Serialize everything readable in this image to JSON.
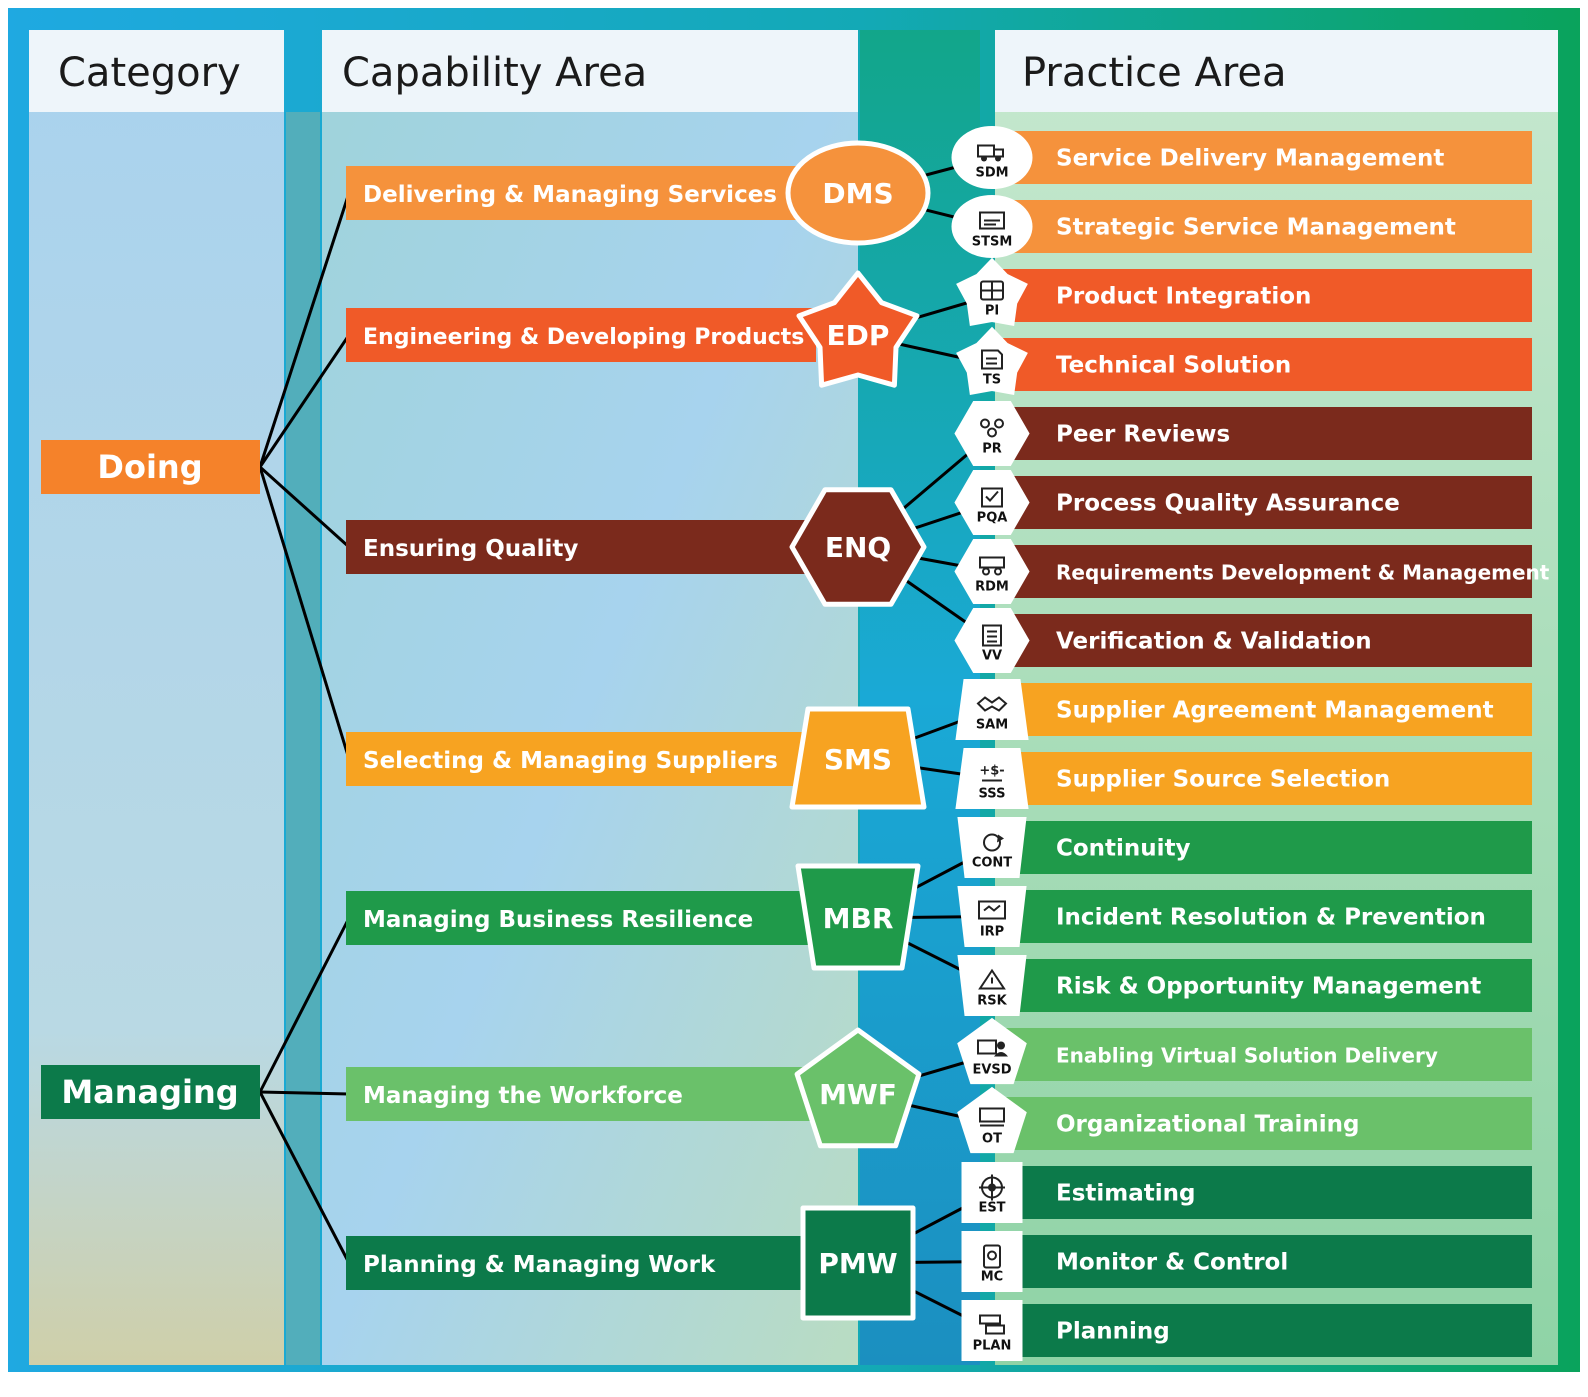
{
  "headers": {
    "category": "Category",
    "capability": "Capability Area",
    "practice": "Practice Area"
  },
  "categories": [
    {
      "label": "Doing",
      "color": "#f5822a"
    },
    {
      "label": "Managing",
      "color": "#0c7a4a"
    }
  ],
  "capabilities": [
    {
      "label": "Delivering & Managing Services",
      "abbr": "DMS",
      "shape": "ellipse",
      "color": "#f5923c",
      "category": 0
    },
    {
      "label": "Engineering & Developing Products",
      "abbr": "EDP",
      "shape": "star",
      "color": "#f05a28",
      "category": 0
    },
    {
      "label": "Ensuring Quality",
      "abbr": "ENQ",
      "shape": "hexagon",
      "color": "#7b2a1c",
      "category": 0
    },
    {
      "label": "Selecting & Managing Suppliers",
      "abbr": "SMS",
      "shape": "trapezoid-up",
      "color": "#f7a321",
      "category": 0
    },
    {
      "label": "Managing Business Resilience",
      "abbr": "MBR",
      "shape": "trapezoid-down",
      "color": "#1f9a4a",
      "category": 1
    },
    {
      "label": "Managing the Workforce",
      "abbr": "MWF",
      "shape": "pentagon",
      "color": "#6ac16a",
      "category": 1
    },
    {
      "label": "Planning & Managing Work",
      "abbr": "PMW",
      "shape": "square",
      "color": "#0c7a4a",
      "category": 1
    }
  ],
  "practices": [
    {
      "label": "Service Delivery Management",
      "abbr": "SDM",
      "capability": 0,
      "icon": "truck-icon"
    },
    {
      "label": "Strategic Service Management",
      "abbr": "STSM",
      "capability": 0,
      "icon": "strategy-board-icon"
    },
    {
      "label": "Product Integration",
      "abbr": "PI",
      "capability": 1,
      "icon": "puzzle-icon"
    },
    {
      "label": "Technical Solution",
      "abbr": "TS",
      "capability": 1,
      "icon": "blueprint-icon"
    },
    {
      "label": "Peer Reviews",
      "abbr": "PR",
      "capability": 2,
      "icon": "people-review-icon"
    },
    {
      "label": "Process Quality Assurance",
      "abbr": "PQA",
      "capability": 2,
      "icon": "checklist-icon"
    },
    {
      "label": "Requirements Development & Management",
      "abbr": "RDM",
      "capability": 2,
      "icon": "requirements-icon"
    },
    {
      "label": "Verification & Validation",
      "abbr": "VV",
      "capability": 2,
      "icon": "clipboard-check-icon"
    },
    {
      "label": "Supplier Agreement Management",
      "abbr": "SAM",
      "capability": 3,
      "icon": "handshake-icon"
    },
    {
      "label": "Supplier Source Selection",
      "abbr": "SSS",
      "capability": 3,
      "icon": "supplier-cost-icon",
      "icon_text": "+$-"
    },
    {
      "label": "Continuity",
      "abbr": "CONT",
      "capability": 4,
      "icon": "refresh-icon"
    },
    {
      "label": "Incident Resolution & Prevention",
      "abbr": "IRP",
      "capability": 4,
      "icon": "monitor-alert-icon"
    },
    {
      "label": "Risk & Opportunity Management",
      "abbr": "RSK",
      "capability": 4,
      "icon": "warning-icon"
    },
    {
      "label": "Enabling Virtual Solution Delivery",
      "abbr": "EVSD",
      "capability": 5,
      "icon": "virtual-meeting-icon"
    },
    {
      "label": "Organizational Training",
      "abbr": "OT",
      "capability": 5,
      "icon": "training-icon"
    },
    {
      "label": "Estimating",
      "abbr": "EST",
      "capability": 6,
      "icon": "target-icon"
    },
    {
      "label": "Monitor & Control",
      "abbr": "MC",
      "capability": 6,
      "icon": "phone-monitor-icon"
    },
    {
      "label": "Planning",
      "abbr": "PLAN",
      "capability": 6,
      "icon": "planning-icon"
    }
  ],
  "colors": {
    "frame_left": "#1fa9e1",
    "frame_right": "#0aa35c",
    "header_bg": "#eef5fa",
    "text_dark": "#1a1a1a",
    "text_light": "#ffffff"
  }
}
